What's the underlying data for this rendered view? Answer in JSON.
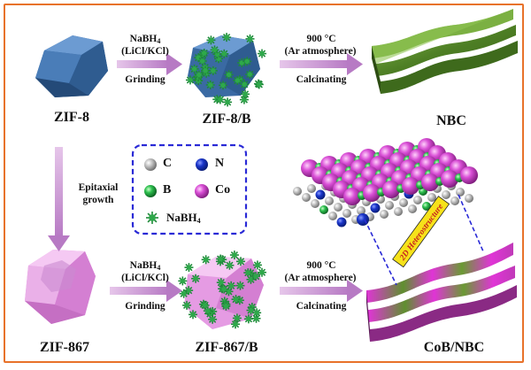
{
  "stages": {
    "zif8": "ZIF-8",
    "zif8b": "ZIF-8/B",
    "nbc": "NBC",
    "zif867": "ZIF-867",
    "zif867b": "ZIF-867/B",
    "cobnbc": "CoB/NBC"
  },
  "arrows": {
    "top1": {
      "reagent": "NaBH",
      "reagent_sub": "4",
      "salt": "(LiCl/KCl)",
      "process": "Grinding"
    },
    "top2": {
      "temp": "900 °C",
      "atm": "(Ar atmosphere)",
      "process": "Calcinating"
    },
    "down": {
      "line1": "Epitaxial",
      "line2": "growth"
    },
    "bot1": {
      "reagent": "NaBH",
      "reagent_sub": "4",
      "salt": "(LiCl/KCl)",
      "process": "Grinding"
    },
    "bot2": {
      "temp": "900 °C",
      "atm": "(Ar atmosphere)",
      "process": "Calcinating"
    }
  },
  "legend": {
    "c": "C",
    "n": "N",
    "b": "B",
    "co": "Co",
    "nabh": "NaBH",
    "nabh_sub": "4"
  },
  "heterostructure_label": "2D Heterostructure",
  "colors": {
    "frame": "#e8722a",
    "arrow": "#c98fd0",
    "zif8": "#3f6fa8",
    "zif867": "#e59be3",
    "nbc_sheet": "#5e8f2e",
    "carbon": "#b8b8b8",
    "nitrogen": "#1a35c9",
    "boron": "#29b84a",
    "cobalt": "#d94fd6",
    "legend_border": "#2a2ad6",
    "dashed_link": "#2a2ad6",
    "label_banner": "#f6e21a"
  }
}
